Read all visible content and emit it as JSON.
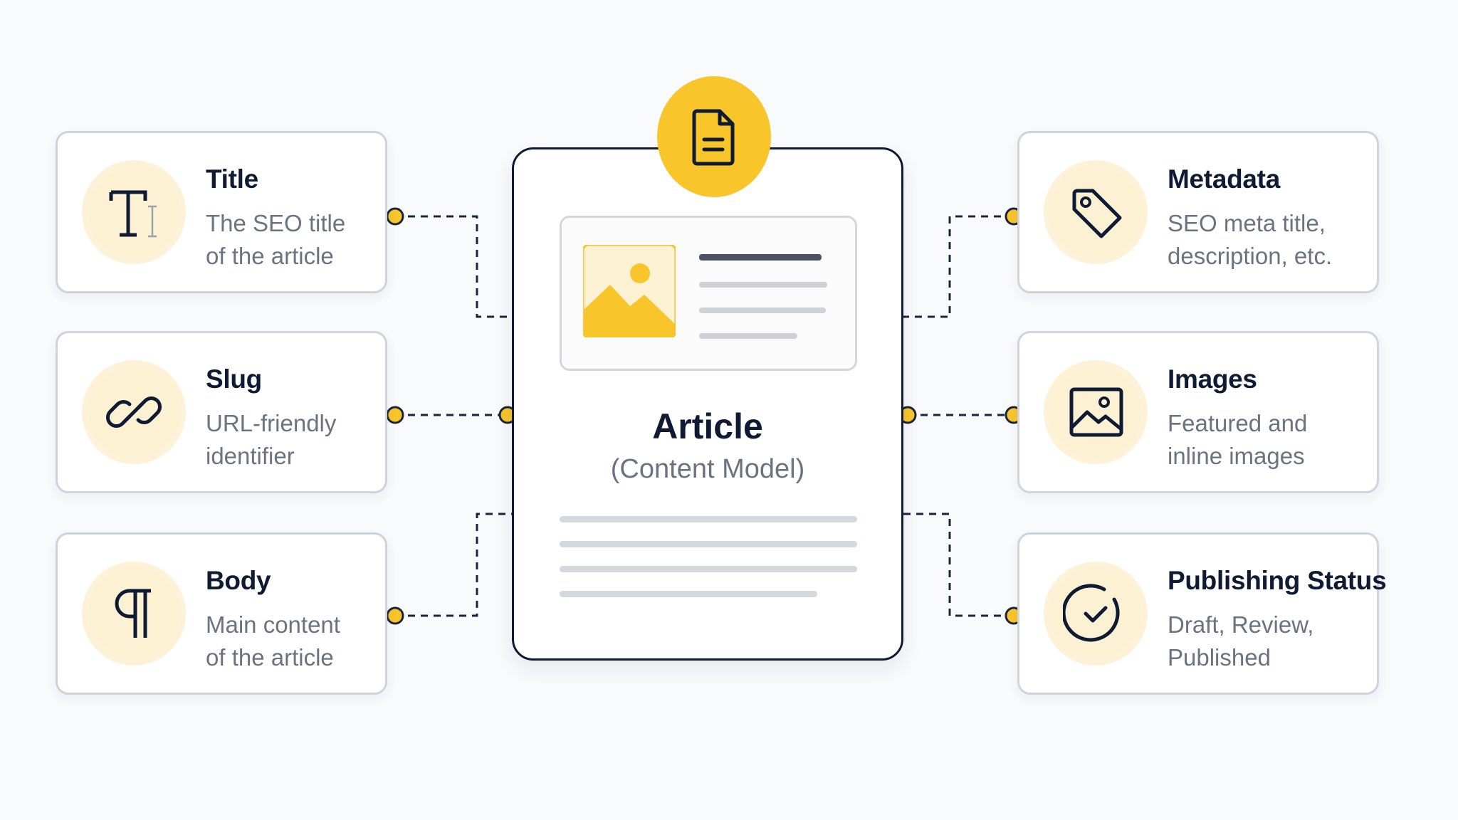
{
  "center": {
    "title": "Article",
    "subtitle": "(Content Model)"
  },
  "fields_left": [
    {
      "title": "Title",
      "description": "The SEO title\nof the article",
      "icon": "text-type-icon"
    },
    {
      "title": "Slug",
      "description": "URL-friendly\nidentifier",
      "icon": "link-icon"
    },
    {
      "title": "Body",
      "description": "Main content\nof the article",
      "icon": "pilcrow-icon"
    }
  ],
  "fields_right": [
    {
      "title": "Metadata",
      "description": "SEO meta title,\ndescription, etc.",
      "icon": "tag-icon"
    },
    {
      "title": "Images",
      "description": "Featured and\ninline images",
      "icon": "image-icon"
    },
    {
      "title": "Publishing Status",
      "description": "Draft, Review,\nPublished",
      "icon": "check-circle-icon"
    }
  ],
  "colors": {
    "accent": "#f8c52a",
    "ink": "#0f1b33",
    "muted_text": "#6b7280",
    "card_border": "#cfd3da",
    "icon_bg": "#fdf1d4"
  }
}
